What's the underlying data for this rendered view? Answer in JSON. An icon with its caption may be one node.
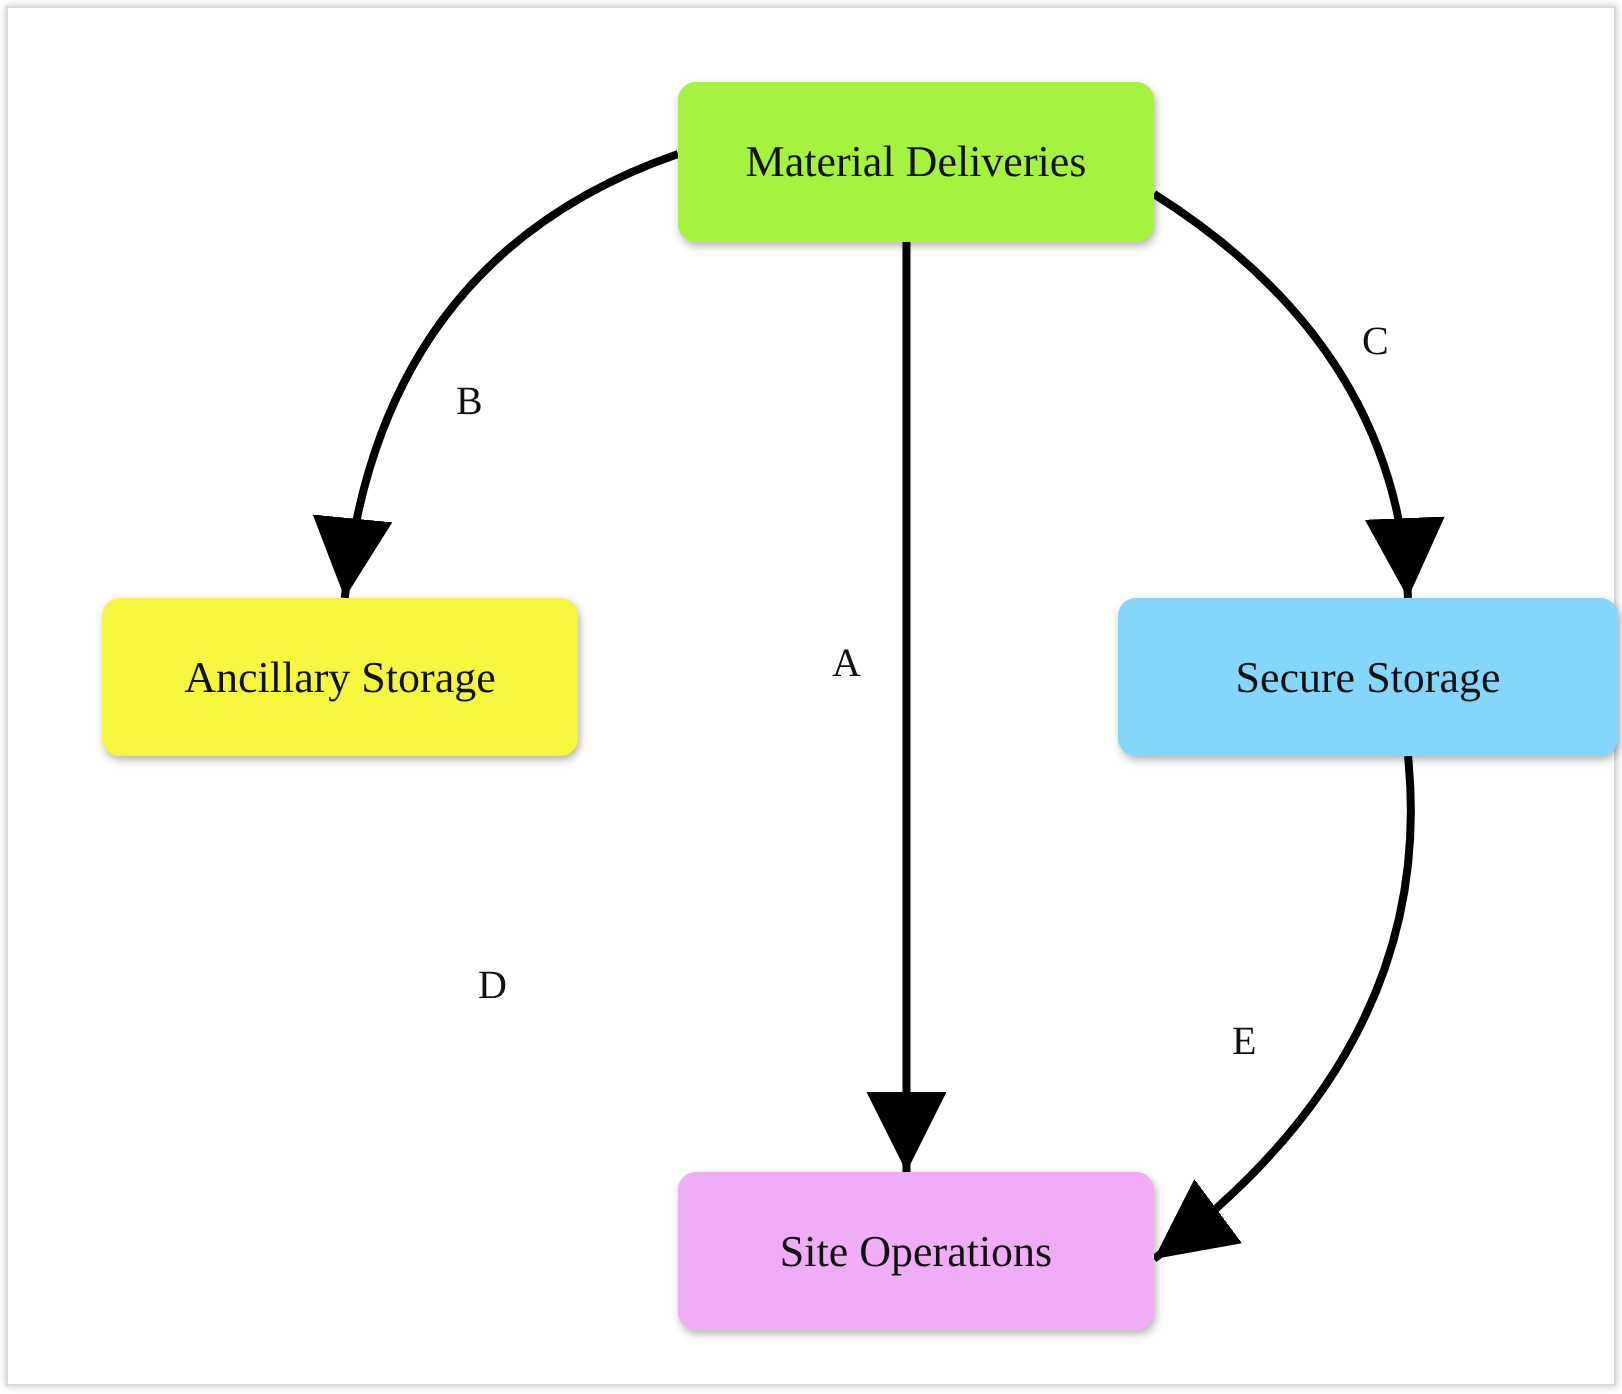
{
  "diagram": {
    "nodes": [
      {
        "text": [
          "Material Deliveries"
        ]
      },
      {
        "text": [
          "Ancillary Storage"
        ]
      },
      {
        "text": [
          "Secure Storage"
        ]
      },
      {
        "text": [
          "Site Operations"
        ]
      }
    ],
    "edges": [
      {
        "from": 0,
        "to": 3,
        "arrow": "to",
        "label": "A"
      },
      {
        "from": 0,
        "to": 1,
        "arrow": "to",
        "label": "B"
      },
      {
        "from": 0,
        "to": 2,
        "arrow": "to",
        "label": "C"
      },
      {
        "from": 2,
        "to": 3,
        "arrow": "to",
        "label": "E"
      }
    ],
    "labels": [
      "D"
    ]
  }
}
